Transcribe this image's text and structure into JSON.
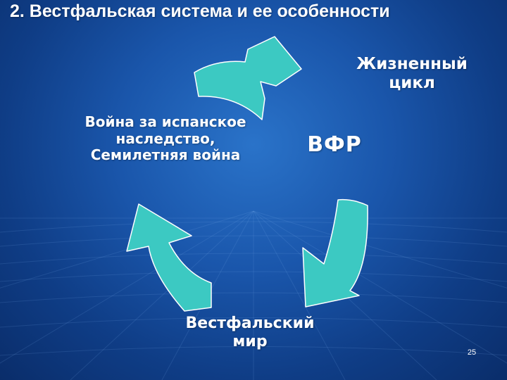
{
  "title": "2. Вестфальская система и ее особенности",
  "diagram": {
    "center": "ВФР",
    "lifecycle": [
      "Жизненный",
      "цикл"
    ],
    "wars": [
      "Война за испанское",
      "наследство,",
      "Семилетняя война"
    ],
    "peace": [
      "Вестфальский",
      "мир"
    ]
  },
  "page_number": "25",
  "colors": {
    "arrow_fill": "#3cc9c2",
    "arrow_stroke": "#ffffff",
    "text": "#ffffff",
    "background": "#1a56ab"
  }
}
